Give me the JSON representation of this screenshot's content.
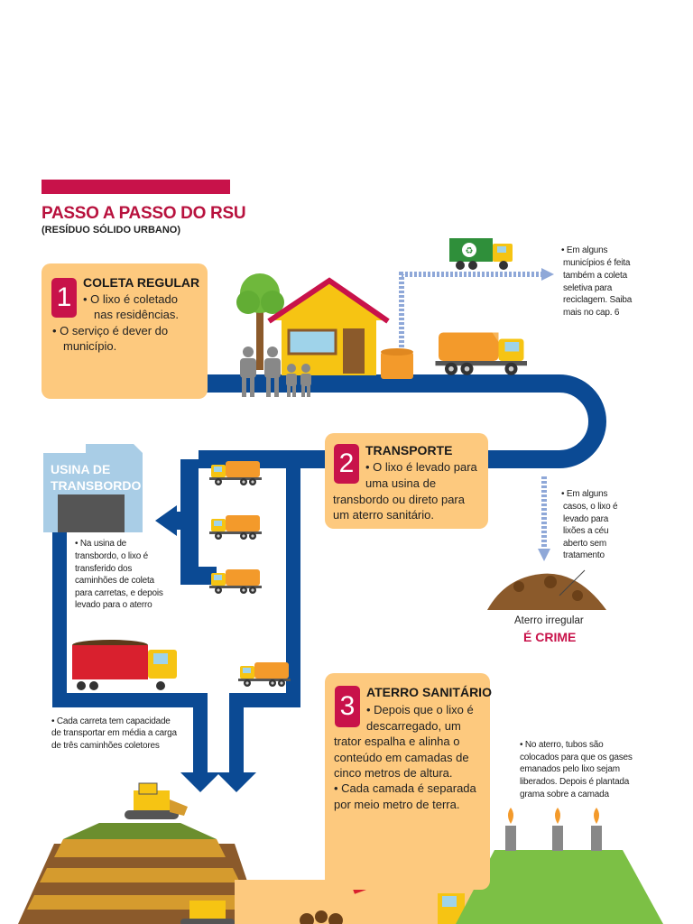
{
  "header": {
    "title": "PASSO A PASSO DO RSU",
    "subtitle": "(RESÍDUO SÓLIDO URBANO)"
  },
  "steps": [
    {
      "number": "1",
      "title": "COLETA REGULAR",
      "lines": [
        "• O lixo é coletado",
        "nas residências.",
        "• O serviço é dever do",
        "município."
      ]
    },
    {
      "number": "2",
      "title": "TRANSPORTE",
      "lines": [
        "• O lixo é levado para",
        "uma usina de",
        "transbordo ou direto para",
        "um aterro sanitário."
      ]
    },
    {
      "number": "3",
      "title": "ATERRO SANITÁRIO",
      "lines": [
        "• Depois que o lixo é",
        "descarregado, um",
        "trator espalha e alinha o",
        "conteúdo em camadas de",
        "cinco metros de altura.",
        "• Cada camada é separada",
        "por meio metro de terra."
      ]
    }
  ],
  "usina": {
    "label_line1": "USINA DE",
    "label_line2": "TRANSBORDO"
  },
  "notes": {
    "coleta_seletiva": [
      "• Em alguns",
      "municípios é feita",
      "também a coleta",
      "seletiva para",
      "reciclagem. Saiba",
      "mais no cap. 6"
    ],
    "lixoes": [
      "• Em alguns",
      "casos, o lixo é",
      "levado para",
      "lixões a céu",
      "aberto sem",
      "tratamento"
    ],
    "usina": [
      "• Na usina de",
      "transbordo, o lixo é",
      "transferido dos",
      "caminhões de coleta",
      "para carretas, e depois",
      "levado para o aterro"
    ],
    "carreta": [
      "• Cada carreta tem capacidade",
      "de transportar em média a carga",
      "de três caminhões coletores"
    ],
    "gases": [
      "• No aterro, tubos são",
      "colocados para que os gases",
      "emanados pelo lixo sejam",
      "liberados. Depois é plantada",
      "grama sobre a camada"
    ]
  },
  "irregular": {
    "label": "Aterro irregular",
    "warning": "É CRIME"
  },
  "colors": {
    "road": "#0b4a94",
    "accent": "#c8124a",
    "box": "#fdc97e",
    "truck_orange": "#f39a2b",
    "truck_yellow": "#f6c413",
    "landfill_green": "#7cc045",
    "arrow_light": "#8fa8d8"
  }
}
